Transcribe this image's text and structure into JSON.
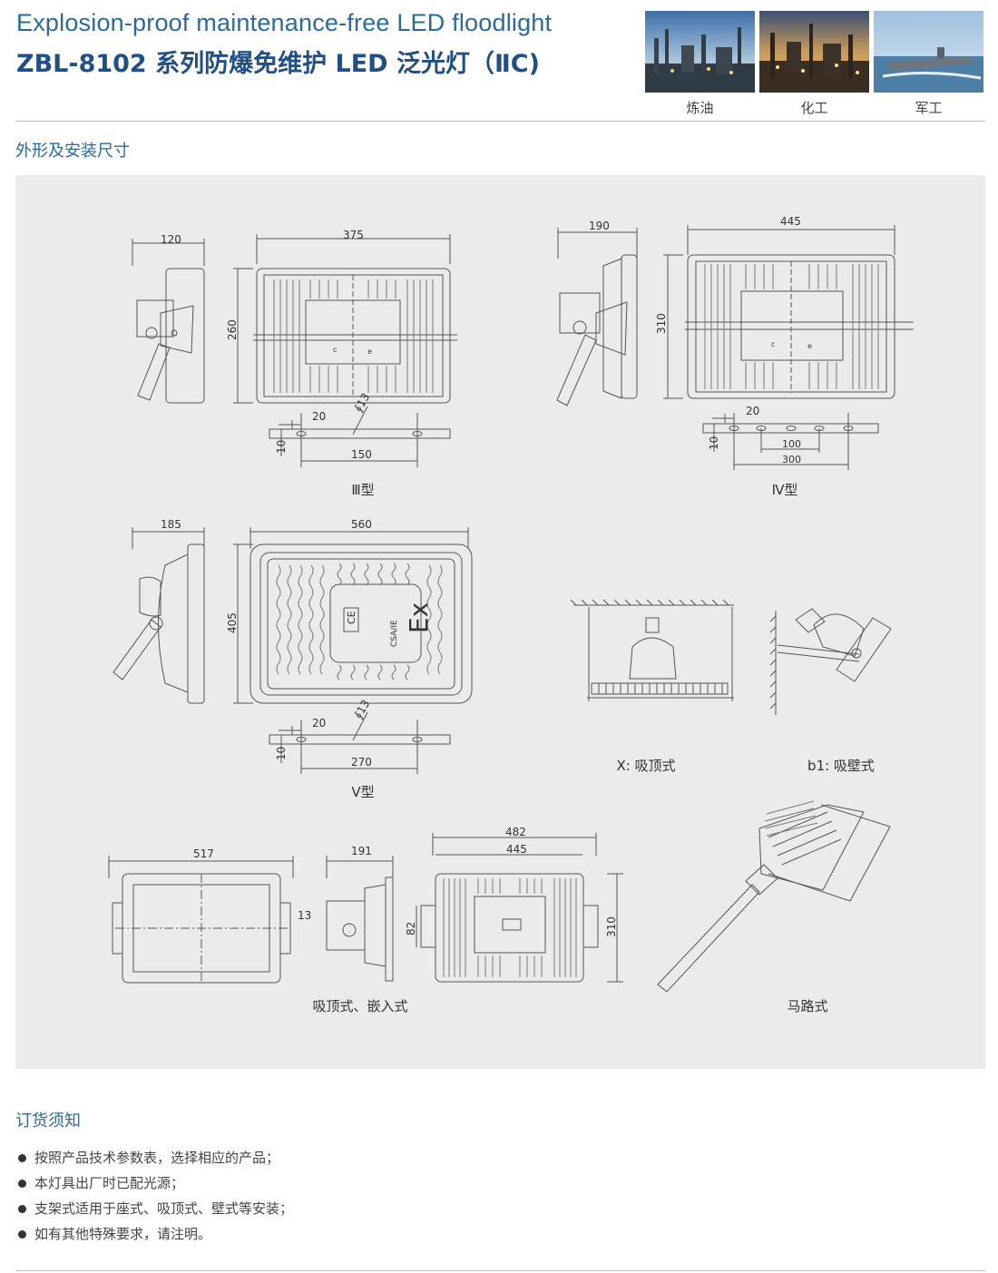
{
  "header": {
    "title_en": "Explosion-proof maintenance-free LED floodlight",
    "title_cn": "ZBL-8102 系列防爆免维护 LED 泛光灯（ⅡC)"
  },
  "photos": [
    {
      "caption": "炼油"
    },
    {
      "caption": "化工"
    },
    {
      "caption": "军工"
    }
  ],
  "sections": {
    "dimensions_title": "外形及安装尺寸",
    "ordering_title": "订货须知"
  },
  "drawings": {
    "type3": {
      "label": "Ⅲ型",
      "side_width": "120",
      "front_width": "375",
      "height": "260",
      "slot_offset": "20",
      "slot_dia": "13",
      "slot_span": "150",
      "bar_thick": "10",
      "marks": [
        "c",
        "e"
      ]
    },
    "type4": {
      "label": "Ⅳ型",
      "side_width": "190",
      "front_width": "445",
      "height": "310",
      "slot_offset": "20",
      "slot_pitch": "100",
      "slot_span": "300",
      "bar_thick": "10",
      "marks": [
        "c",
        "e"
      ]
    },
    "type5": {
      "label": "V型",
      "side_width": "185",
      "front_width": "560",
      "height": "405",
      "slot_offset": "20",
      "slot_dia": "13",
      "slot_span": "270",
      "bar_thick": "10",
      "plate_ex": "Ex",
      "plate_ce": "CE",
      "plate_sub": "CSA/IE"
    },
    "ceiling": {
      "label": "X: 吸顶式"
    },
    "wall": {
      "label": "b1: 吸壁式"
    },
    "recessed": {
      "label": "吸顶式、嵌入式",
      "front_width": "517",
      "side_width": "191",
      "lug": "13",
      "back_outer": "482",
      "back_inner": "445",
      "back_height": "310",
      "mount_h": "82"
    },
    "street": {
      "label": "马路式"
    }
  },
  "notes": [
    "按照产品技术参数表，选择相应的产品；",
    "本灯具出厂时已配光源；",
    "支架式适用于座式、吸顶式、壁式等安装；",
    "如有其他特殊要求，请注明。"
  ],
  "colors": {
    "brand_blue": "#2b6a9e",
    "title_blue": "#1f4f86",
    "panel_bg": "#ebebeb",
    "line": "#555555"
  }
}
